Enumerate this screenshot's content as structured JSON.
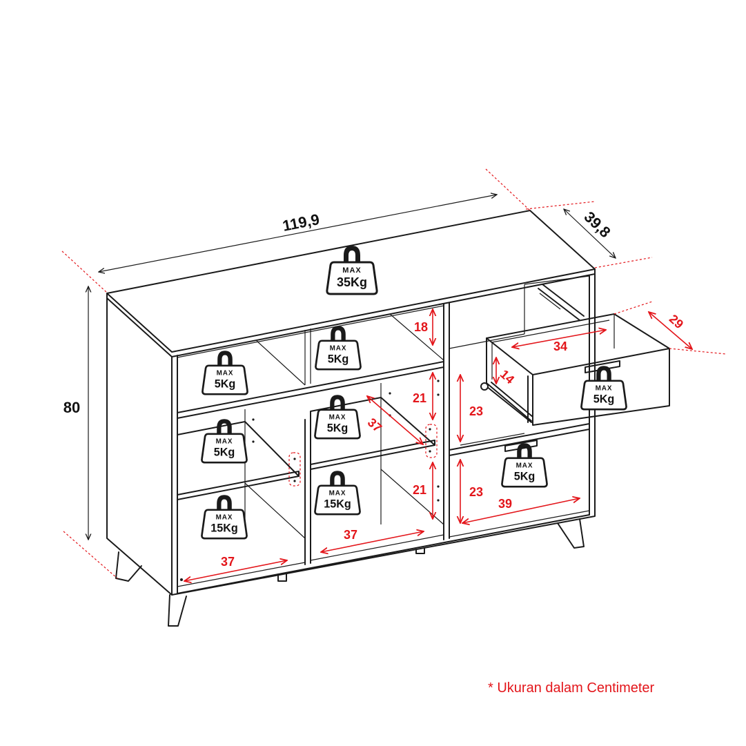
{
  "dimensions": {
    "width": "119,9",
    "depth": "39,8",
    "height": "80",
    "top_gap": "18",
    "drawer_width": "34",
    "drawer_depth": "29",
    "drawer_height": "14",
    "right_upper_height": "23",
    "right_lower_height": "23",
    "right_lower_width": "39",
    "middle_upper_height": "21",
    "middle_lower_height": "21",
    "shelf_depth": "37",
    "middle_bottom_width": "37",
    "left_bottom_width": "37"
  },
  "weights": {
    "max_label": "MAX",
    "top": "35Kg",
    "left_top": "5Kg",
    "left_shelf": "5Kg",
    "left_bottom": "15Kg",
    "middle_top": "5Kg",
    "middle_shelf": "5Kg",
    "middle_bottom": "15Kg",
    "drawer": "5Kg",
    "right_lower": "5Kg"
  },
  "footnote": "* Ukuran dalam Centimeter",
  "colors": {
    "dimension": "#e3151a",
    "outline": "#1a1a1a"
  }
}
